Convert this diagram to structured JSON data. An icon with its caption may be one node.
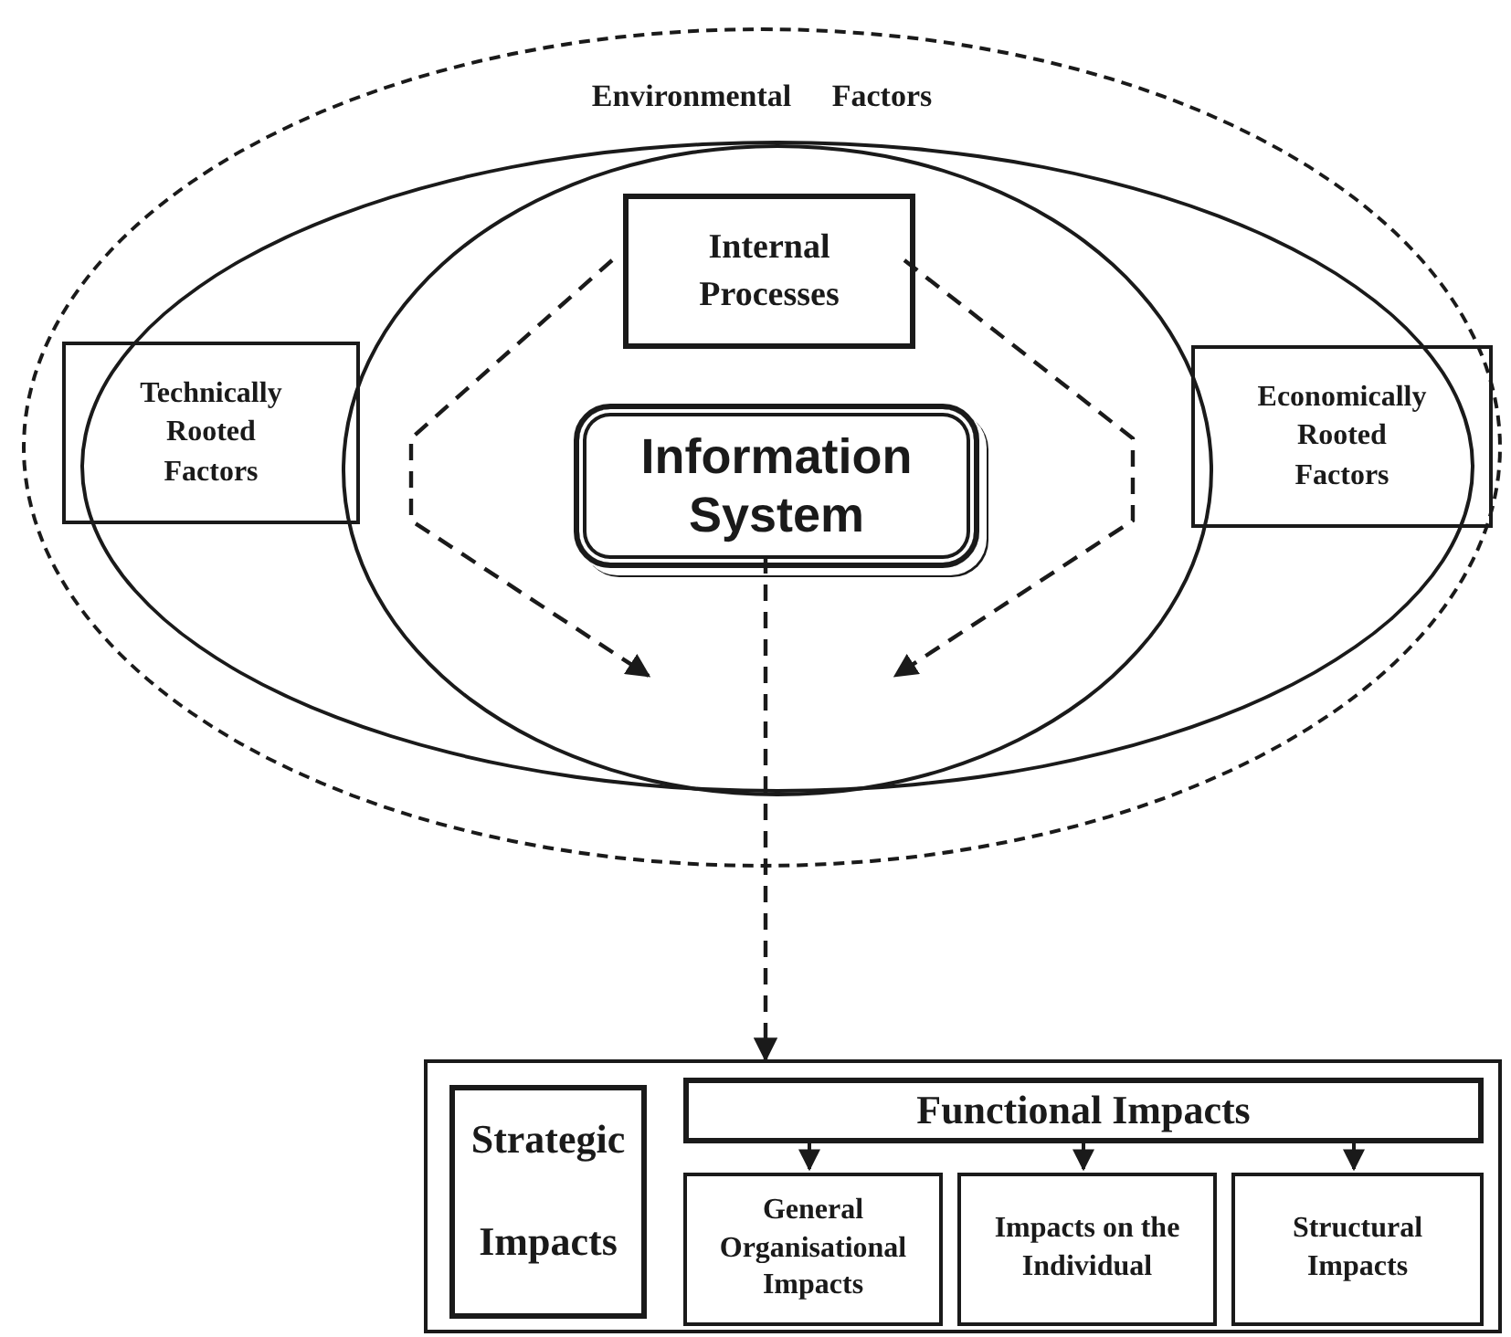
{
  "diagram": {
    "nodes": [
      {
        "text": [
          "Environmental Factors"
        ]
      },
      {
        "text": [],
        "shape": "ellipse",
        "in": 0
      },
      {
        "text": [],
        "shape": "ellipse",
        "in": 1
      },
      {
        "text": [
          "Internal Processes"
        ],
        "in": 2
      },
      {
        "text": [
          "Technically Rooted Factors"
        ],
        "in": 0
      },
      {
        "text": [
          "Information System"
        ],
        "in": 2
      },
      {
        "text": [
          "Economically Rooted Factors"
        ],
        "in": 0
      },
      {
        "text": [],
        "shape": "box"
      },
      {
        "text": [
          "Strategic",
          "Impacts"
        ],
        "in": 7
      },
      {
        "text": [
          "Functional Impacts"
        ],
        "in": 7
      },
      {
        "text": [
          "General Organisational Impacts"
        ],
        "in": 7
      },
      {
        "text": [
          "Impacts on the Individual"
        ],
        "in": 7
      },
      {
        "text": [
          "Structural Impacts"
        ],
        "in": 7
      }
    ],
    "edges": [
      {
        "from": 3,
        "to": null,
        "arrow": "to",
        "style": "dashed"
      },
      {
        "from": 3,
        "to": null,
        "arrow": "to",
        "style": "dashed"
      },
      {
        "from": 5,
        "to": 7,
        "arrow": "to",
        "style": "dashed"
      },
      {
        "from": 9,
        "to": 10,
        "arrow": "to"
      },
      {
        "from": 9,
        "to": 11,
        "arrow": "to"
      },
      {
        "from": 9,
        "to": 12,
        "arrow": "to"
      }
    ]
  }
}
